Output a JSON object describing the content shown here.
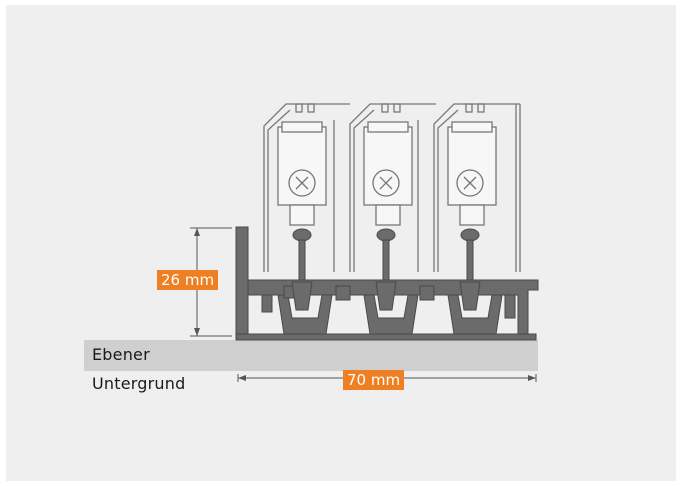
{
  "dimensions": {
    "height_label": "26 mm",
    "width_label": "70 mm"
  },
  "floor": {
    "line1": "Ebener",
    "line2": "Untergrund"
  },
  "colors": {
    "background": "#efefef",
    "accent": "#ee7f22",
    "profile": "#6b6b6b",
    "floor_band": "#cfcfcf"
  }
}
